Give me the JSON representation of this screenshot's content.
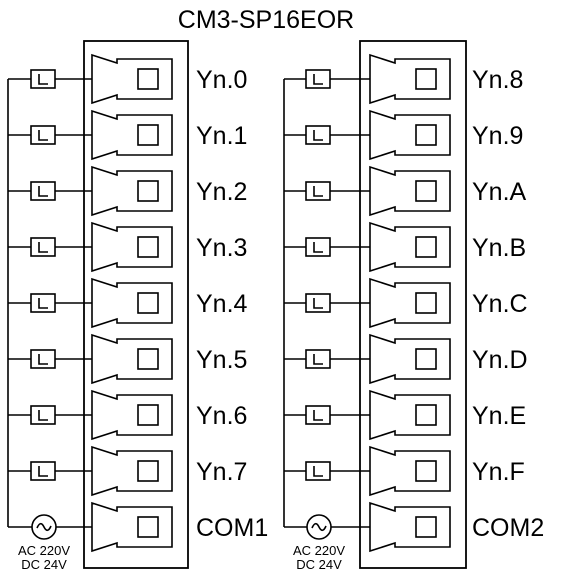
{
  "title": "CM3-SP16EOR",
  "colors": {
    "line": "#000000",
    "background": "#ffffff"
  },
  "groups": [
    {
      "name": "left-group",
      "terminals": [
        "Yn.0",
        "Yn.1",
        "Yn.2",
        "Yn.3",
        "Yn.4",
        "Yn.5",
        "Yn.6",
        "Yn.7"
      ],
      "common": "COM1",
      "supply_icon": "ac-source-icon",
      "supply_label_1": "AC 220V",
      "supply_label_2": "DC 24V"
    },
    {
      "name": "right-group",
      "terminals": [
        "Yn.8",
        "Yn.9",
        "Yn.A",
        "Yn.B",
        "Yn.C",
        "Yn.D",
        "Yn.E",
        "Yn.F"
      ],
      "common": "COM2",
      "supply_icon": "ac-source-icon",
      "supply_label_1": "AC 220V",
      "supply_label_2": "DC 24V"
    }
  ],
  "load_icon": "load-relay-icon",
  "terminal_icon": "terminal-screw-icon"
}
